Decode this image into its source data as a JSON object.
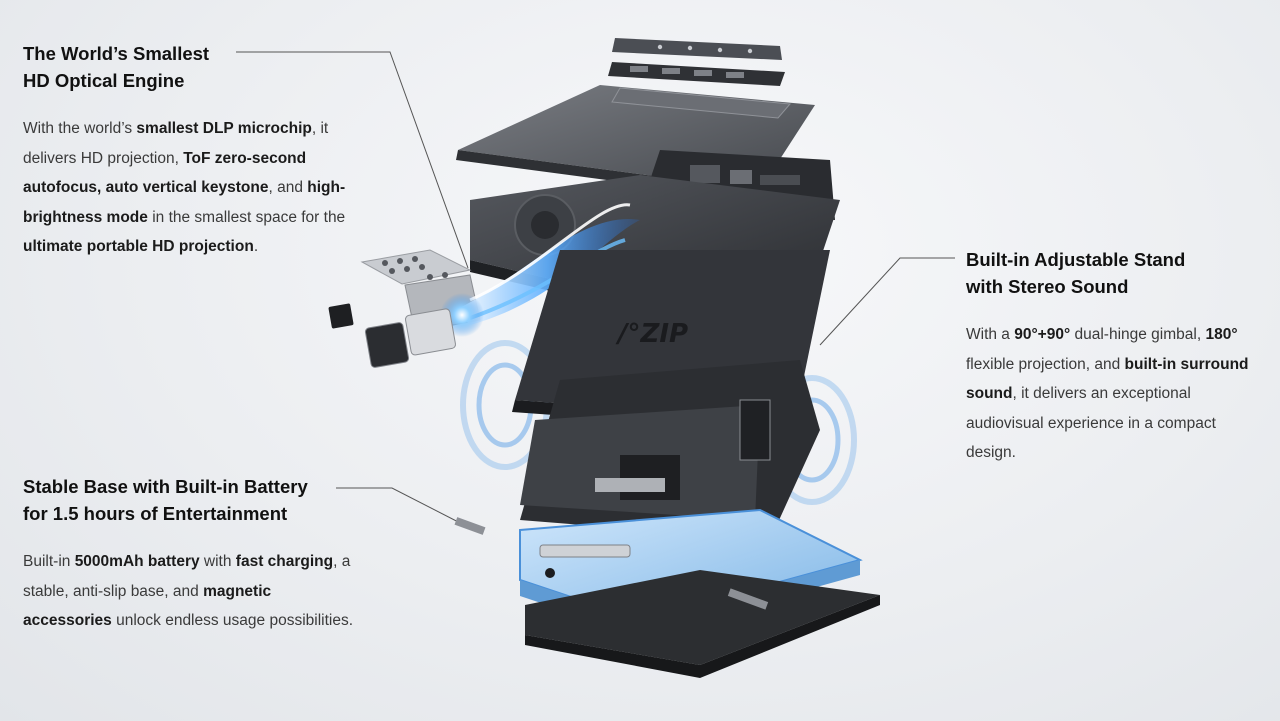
{
  "features": [
    {
      "heading_line1": "The World’s Smallest",
      "heading_line2": "HD Optical Engine",
      "body": [
        {
          "t": "With the world’s ",
          "b": false
        },
        {
          "t": "smallest DLP microchip",
          "b": true
        },
        {
          "t": ", it delivers HD projection, ",
          "b": false
        },
        {
          "t": "ToF zero-second autofocus, auto vertical keystone",
          "b": true
        },
        {
          "t": ", and ",
          "b": false
        },
        {
          "t": "high-brightness mode",
          "b": true
        },
        {
          "t": " in the smallest space for the ",
          "b": false
        },
        {
          "t": "ultimate portable HD projection",
          "b": true
        },
        {
          "t": ".",
          "b": false
        }
      ]
    },
    {
      "heading_line1": "Built-in Adjustable Stand",
      "heading_line2": "with Stereo Sound",
      "body": [
        {
          "t": "With a ",
          "b": false
        },
        {
          "t": "90°+90°",
          "b": true
        },
        {
          "t": " dual-hinge gimbal, ",
          "b": false
        },
        {
          "t": "180°",
          "b": true
        },
        {
          "t": " flexible projection, and ",
          "b": false
        },
        {
          "t": "built-in surround sound",
          "b": true
        },
        {
          "t": ", it delivers an exceptional audiovisual experience in a compact design.",
          "b": false
        }
      ]
    },
    {
      "heading_line1": "Stable Base with Built-in Battery",
      "heading_line2": "for 1.5 hours of Entertainment",
      "body": [
        {
          "t": "Built-in ",
          "b": false
        },
        {
          "t": "5000mAh battery",
          "b": true
        },
        {
          "t": " with ",
          "b": false
        },
        {
          "t": "fast charging",
          "b": true
        },
        {
          "t": ", a stable, anti-slip base, and ",
          "b": false
        },
        {
          "t": "magnetic accessories",
          "b": true
        },
        {
          "t": " unlock endless usage possibilities.",
          "b": false
        }
      ]
    }
  ],
  "device": {
    "logo_text": "/°ZIP",
    "accent_color": "#3b8fe8",
    "glow_color": "#9fd0ff",
    "shell_color": "#3a3c40",
    "metal_color": "#8d9096"
  }
}
